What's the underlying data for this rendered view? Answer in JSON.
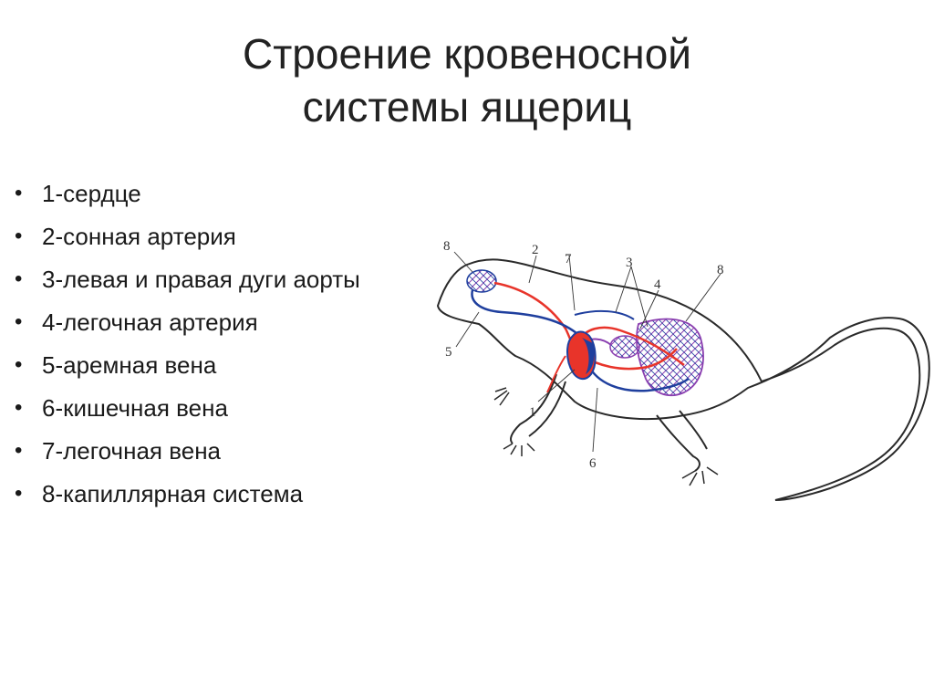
{
  "title": {
    "line1": "Строение кровеносной",
    "line2": "системы ящериц"
  },
  "legend": {
    "items": [
      {
        "label": "1-сердце"
      },
      {
        "label": "2-сонная артерия"
      },
      {
        "label": "3-левая и правая дуги аорты"
      },
      {
        "label": "4-легочная артерия"
      },
      {
        "label": "5-аремная вена"
      },
      {
        "label": "6-кишечная вена"
      },
      {
        "label": "7-легочная вена"
      },
      {
        "label": "8-капиллярная система"
      }
    ]
  },
  "diagram": {
    "labels": {
      "n8_head": "8",
      "n2": "2",
      "n7": "7",
      "n3": "3",
      "n4": "4",
      "n8_body": "8",
      "n5": "5",
      "n1": "1",
      "n6": "6"
    },
    "colors": {
      "artery": "#e8342a",
      "vein": "#1f3f9e",
      "capillary": "#8a3fb0",
      "outline": "#2a2a2a"
    }
  }
}
